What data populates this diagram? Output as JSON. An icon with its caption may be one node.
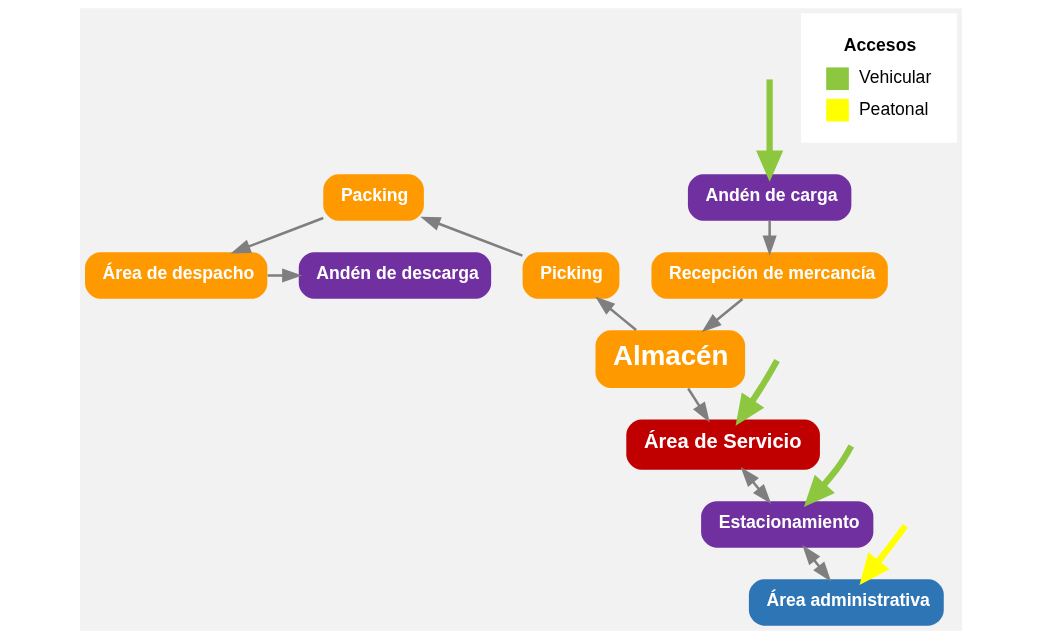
{
  "diagram": {
    "nodes": [
      {
        "text": [
          "Andén de descarga"
        ]
      },
      {
        "text": [
          "Área de despacho"
        ]
      },
      {
        "text": [
          "Andén de carga"
        ]
      },
      {
        "text": [
          "Packing"
        ]
      },
      {
        "text": [
          "Recepción de mercancía"
        ]
      },
      {
        "text": [
          "Picking"
        ]
      },
      {
        "text": [
          "Almacén"
        ]
      },
      {
        "text": [
          "Área de Servicio"
        ]
      },
      {
        "text": [
          "Estacionamiento"
        ]
      },
      {
        "text": [
          "Área administrativa"
        ]
      }
    ],
    "edges": [
      {
        "from": 1,
        "to": 0,
        "arrow": "to"
      },
      {
        "from": 2,
        "to": 4,
        "arrow": "to"
      },
      {
        "from": 4,
        "to": 6,
        "arrow": "to"
      },
      {
        "from": 6,
        "to": 5,
        "arrow": "to"
      },
      {
        "from": 5,
        "to": 3,
        "arrow": "to"
      },
      {
        "from": 3,
        "to": 1,
        "arrow": "to"
      },
      {
        "from": 6,
        "to": 7,
        "arrow": "to"
      },
      {
        "from": 7,
        "to": 8,
        "arrow": "both"
      },
      {
        "from": 8,
        "to": 9,
        "arrow": "both"
      },
      {
        "from": null,
        "to": 2,
        "arrow": "to",
        "style": "thick",
        "color": "#8dc63f"
      },
      {
        "from": null,
        "to": 7,
        "arrow": "to",
        "style": "thick",
        "color": "#8dc63f"
      },
      {
        "from": null,
        "to": 8,
        "arrow": "to",
        "style": "thick",
        "color": "#8dc63f"
      },
      {
        "from": null,
        "to": 9,
        "arrow": "to",
        "style": "thick",
        "color": "#ffff00"
      }
    ],
    "labels": [
      "Accesos"
    ],
    "legend": [
      {
        "text": "Vehicular",
        "color": "#8dc63f"
      },
      {
        "text": "Peatonal",
        "color": "#ffff00"
      }
    ]
  }
}
